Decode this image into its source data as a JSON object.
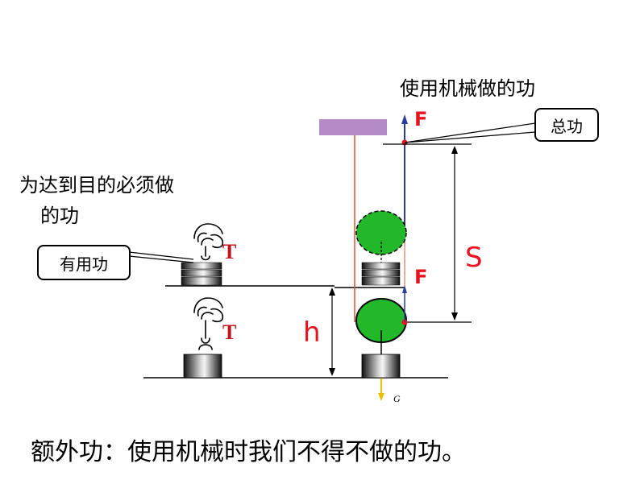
{
  "labels": {
    "total_work_desc": "使用机械做的功",
    "total_work": "总功",
    "useful_work_desc_line1": "为达到目的必须做",
    "useful_work_desc_line2": "的功",
    "useful_work": "有用功",
    "extra_work": "额外功：使用机械时我们不得不做的功。",
    "force_top": "F",
    "force_mid": "F",
    "tension_top": "T",
    "tension_bottom": "T",
    "distance_s": "S",
    "height_h": "h",
    "gravity": "G"
  },
  "colors": {
    "force_label": "#e8131f",
    "tension_label": "#c0151f",
    "ceiling": "#b58ac9",
    "pulley": "#22b82a",
    "rope": "#d4573a",
    "force_arrow": "#2c3c9c",
    "gravity_arrow": "#e8c000",
    "weight_dark": "#2b2b2b"
  },
  "icons": [
    "hand-icon",
    "weight-stack-icon",
    "movable-pulley-icon",
    "ceiling-support-icon"
  ]
}
